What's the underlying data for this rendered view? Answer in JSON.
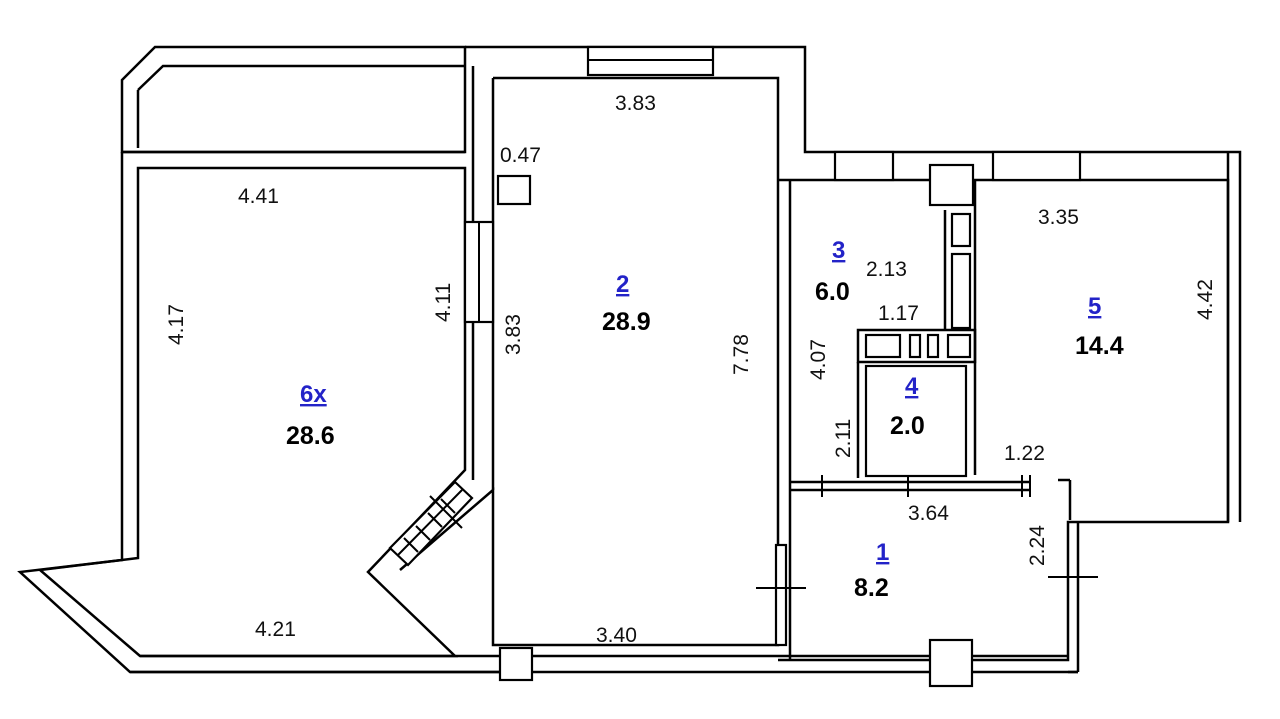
{
  "rooms": [
    {
      "id": "6x",
      "area": "28.6"
    },
    {
      "id": "2",
      "area": "28.9"
    },
    {
      "id": "3",
      "area": "6.0"
    },
    {
      "id": "4",
      "area": "2.0"
    },
    {
      "id": "5",
      "area": "14.4"
    },
    {
      "id": "1",
      "area": "8.2"
    }
  ],
  "dimensions": {
    "room6_top": "4.41",
    "room6_left": "4.17",
    "room6_right": "4.11",
    "room6_bottom": "4.21",
    "room2_top": "3.83",
    "room2_niche": "0.47",
    "room2_left": "3.83",
    "room2_right": "7.78",
    "room2_bottom": "3.40",
    "room3_top": "2.13",
    "room3_left": "4.07",
    "room4_top": "1.17",
    "room4_left": "2.11",
    "room5_top": "3.35",
    "room5_right": "4.42",
    "room1_top": "3.64",
    "room1_right_top": "1.22",
    "room1_right": "2.24"
  }
}
